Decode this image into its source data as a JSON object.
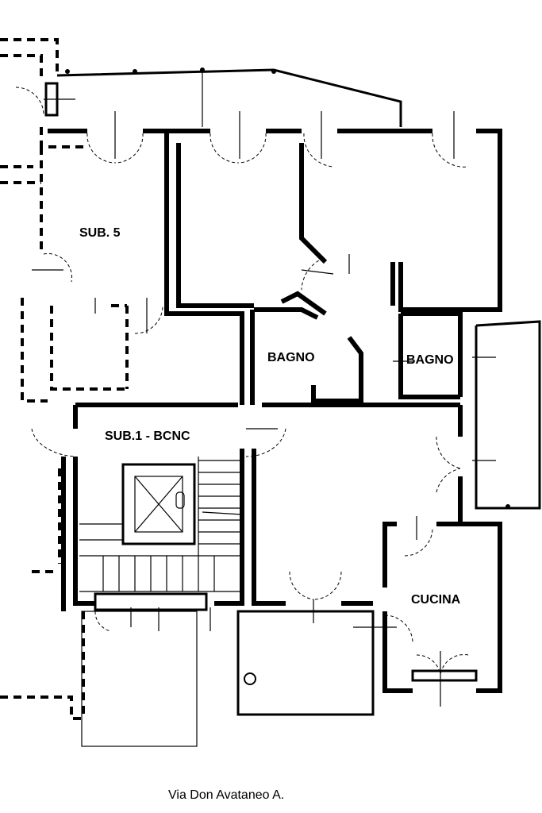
{
  "rooms": {
    "sub5": "SUB. 5",
    "bagno_left": "BAGNO",
    "bagno_right": "BAGNO",
    "sub1": "SUB.1 - BCNC",
    "cucina": "CUCINA"
  },
  "street": "Via Don Avataneo A."
}
